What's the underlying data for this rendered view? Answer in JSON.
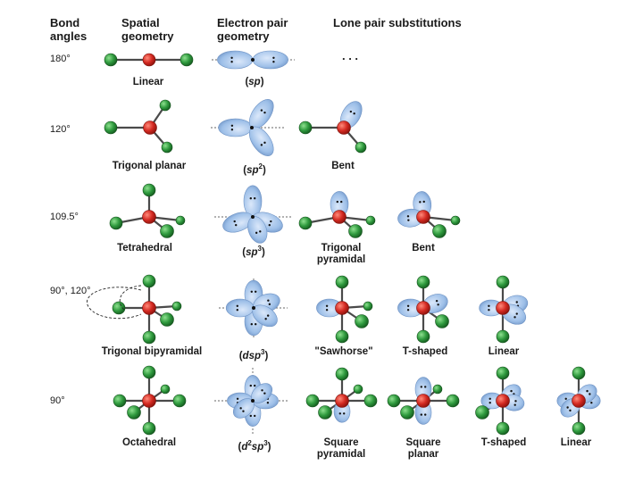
{
  "headers": {
    "bond_angles": [
      "Bond",
      "angles"
    ],
    "spatial_geometry": [
      "Spatial",
      "geometry"
    ],
    "electron_pair_geometry": [
      "Electron pair",
      "geometry"
    ],
    "lone_pair_substitutions": "Lone pair substitutions"
  },
  "rows": [
    {
      "angle": "180°",
      "spatial": "Linear",
      "hybrid": {
        "prefix": "(",
        "base": "sp",
        "sup": "",
        "suffix": ")"
      },
      "substitutions": [],
      "ellipsis": ". . ."
    },
    {
      "angle": "120°",
      "spatial": "Trigonal planar",
      "hybrid": {
        "prefix": "(",
        "base": "sp",
        "sup": "2",
        "suffix": ")"
      },
      "substitutions": [
        "Bent"
      ]
    },
    {
      "angle": "109.5°",
      "spatial": "Tetrahedral",
      "hybrid": {
        "prefix": "(",
        "base": "sp",
        "sup": "3",
        "suffix": ")"
      },
      "substitutions": [
        "Trigonal pyramidal",
        "Bent"
      ]
    },
    {
      "angle": "90°, 120°",
      "spatial": "Trigonal bipyramidal",
      "hybrid": {
        "prefix": "(",
        "base": "dsp",
        "sup": "3",
        "suffix": ")"
      },
      "substitutions": [
        "\"Sawhorse\"",
        "T-shaped",
        "Linear"
      ]
    },
    {
      "angle": "90°",
      "spatial": "Octahedral",
      "hybrid": {
        "prefix": "(",
        "base": "d",
        "sup": "2",
        "base2": "sp",
        "sup2": "3",
        "suffix": ")"
      },
      "substitutions": [
        "Square pyramidal",
        "Square planar",
        "T-shaped",
        "Linear"
      ]
    }
  ],
  "colors": {
    "central_atom": "#d42a22",
    "ligand_atom": "#2f9a3e",
    "lone_pair_lobe": "#9dbfe8",
    "bond": "#555555"
  }
}
